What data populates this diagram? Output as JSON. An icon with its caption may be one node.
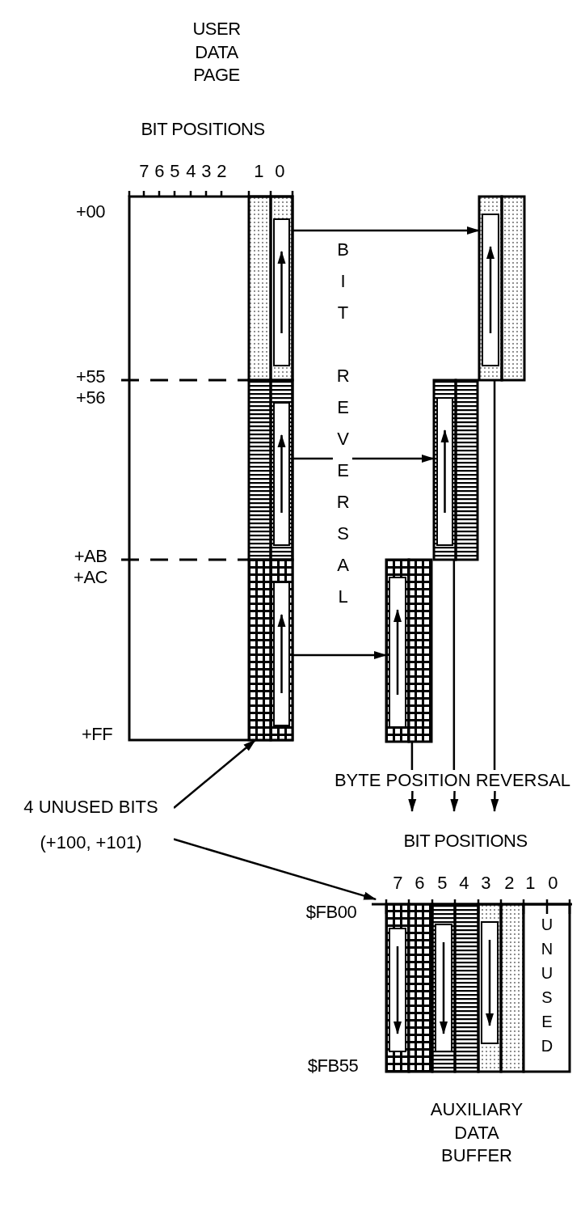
{
  "diagram": {
    "nodes": [
      {
        "text": [],
        "shape": "box"
      },
      {
        "text": [],
        "shape": "bar",
        "in": 0
      },
      {
        "text": [],
        "shape": "bar",
        "in": 0
      },
      {
        "text": [],
        "shape": "bar",
        "in": 0
      },
      {
        "text": [],
        "shape": "bar"
      },
      {
        "text": [],
        "shape": "bar"
      },
      {
        "text": [],
        "shape": "bar"
      },
      {
        "text": [
          "4 UNUSED BITS",
          "(+100, +101)"
        ]
      },
      {
        "text": [
          "BYTE POSITION REVERSAL"
        ]
      },
      {
        "text": [
          "AUXILIARY DATA BUFFER"
        ]
      }
    ],
    "edges": [
      {
        "from": 1,
        "to": 4,
        "arrow": "to"
      },
      {
        "from": 2,
        "to": 5,
        "arrow": "to"
      },
      {
        "from": 3,
        "to": 6,
        "arrow": "to"
      },
      {
        "from": 7,
        "to": 3,
        "arrow": "to"
      },
      {
        "from": 7,
        "to": 9,
        "arrow": "to"
      },
      {
        "from": 6,
        "to": 8,
        "arrow": "none"
      },
      {
        "from": 5,
        "to": 8,
        "arrow": "none"
      },
      {
        "from": 4,
        "to": 8,
        "arrow": "none"
      },
      {
        "from": 8,
        "to": null,
        "arrow": "to"
      },
      {
        "from": 8,
        "to": null,
        "arrow": "to"
      },
      {
        "from": 8,
        "to": null,
        "arrow": "to"
      }
    ],
    "labels": [
      "USER DATA PAGE",
      "BIT POSITIONS",
      "7",
      "6",
      "5",
      "4",
      "3",
      "2",
      "1",
      "0",
      "+00",
      "+55",
      "+56",
      "+AB",
      "+AC",
      "+FF",
      "BIT REVERSAL",
      "BIT POSITIONS",
      "7",
      "6",
      "5",
      "4",
      "3",
      "2",
      "1",
      "0",
      "$FB00",
      "$FB55",
      "UNUSED"
    ]
  }
}
